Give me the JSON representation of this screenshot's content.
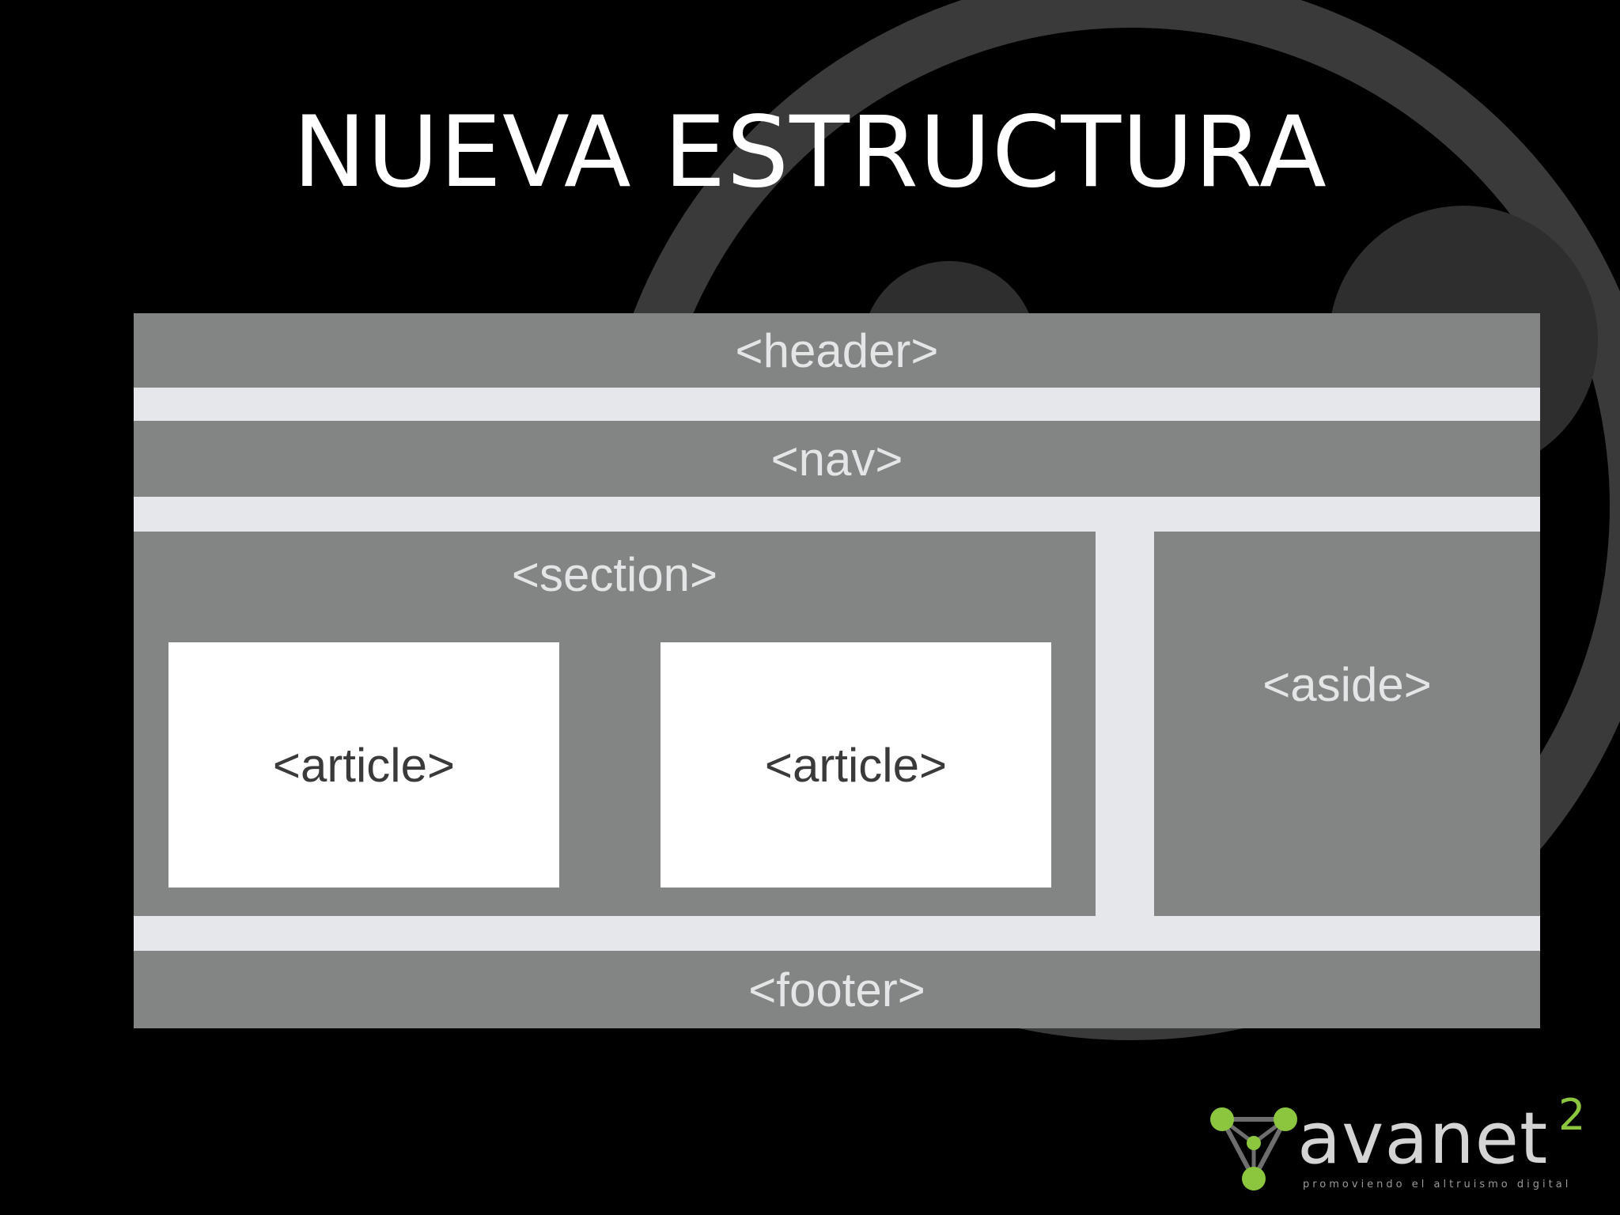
{
  "slide": {
    "title": "NUEVA ESTRUCTURA"
  },
  "diagram": {
    "header": "<header>",
    "nav": "<nav>",
    "section": "<section>",
    "articles": [
      "<article>",
      "<article>"
    ],
    "aside": "<aside>",
    "footer": "<footer>"
  },
  "logo": {
    "name": "avanet",
    "superscript": "2",
    "tagline": "promoviendo el altruismo digital"
  },
  "colors": {
    "background": "#000000",
    "block": "#828584",
    "gap": "#e6e7ea",
    "article": "#ffffff",
    "logo_accent": "#8cc63f"
  }
}
